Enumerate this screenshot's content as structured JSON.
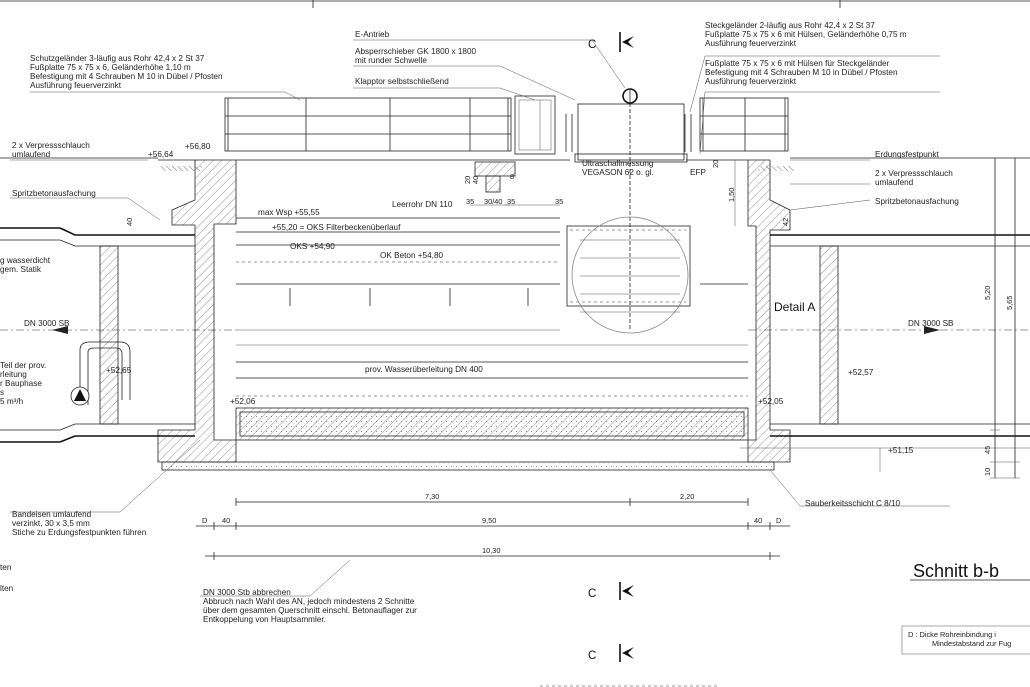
{
  "title": "Schnitt b-b",
  "section_marks": {
    "c_top": "C",
    "c_mid": "C",
    "c_bottom": "C"
  },
  "annotations": {
    "e_antrieb": "E-Antrieb",
    "absperr_1": "Absperrschieber GK 1800 x 1800",
    "absperr_2": "mit runder Schwelle",
    "klapptor": "Klapptor selbstschließend",
    "schutz_1": "Schutzgeländer 3-läufig aus Rohr 42,4 x 2 St 37",
    "schutz_2": "Fußplatte 75 x 75 x 6, Geländerhöhe 1,10 m",
    "schutz_3": "Befestigung mit 4 Schrauben M 10 in Dübel / Pfosten",
    "schutz_4": "Ausführung feuerverzinkt",
    "steck_1": "Steckgeländer 2-läufig aus Rohr 42,4 x 2 St 37",
    "steck_2": "Fußplatte 75 x 75 x 6 mit Hülsen, Geländerhöhe 0,75 m",
    "steck_3": "Ausführung feuerverzinkt",
    "fuss_1": "Fußplatte 75 x 75 x 6 mit Hülsen für Steckgeländer",
    "fuss_2": "Befestigung mit 4 Schrauben M 10 in Dübel / Pfosten",
    "fuss_3": "Ausführung feuerverzinkt",
    "verpress_l1": "2 x Verpressschlauch",
    "verpress_l2": "umlaufend",
    "verpress_r1": "2 x Verpressschlauch",
    "verpress_r2": "umlaufend",
    "spritz_l": "Spritzbetonausfachung",
    "spritz_r": "Spritzbetonausfachung",
    "erdung": "Erdungsfestpunkt",
    "wasserdicht_1": "g wasserdicht",
    "wasserdicht_2": "gem. Statik",
    "dn_left": "DN 3000 SB",
    "dn_right": "DN 3000 SB",
    "prov_1": "Teil der prov.",
    "prov_2": "rleitung",
    "prov_3": "r Bauphase",
    "prov_4": "s",
    "prov_5": "5 m³/h",
    "ultraschall_1": "Ultraschallmessung",
    "ultraschall_2": "VEGASON 62 o. gl.",
    "efp": "EFP",
    "leerrohr": "Leerrohr DN 110",
    "maxwsp": "max Wsp +55,55",
    "oks_filter": "+55,20 = OKS Filterbeckenüberlauf",
    "oks": "OKS  +54,90",
    "ok_beton": "OK Beton  +54,80",
    "detail_a": "Detail A",
    "wasserueber": "prov. Wasserüberleitung DN 400",
    "bandeisen_1": "Bandeisen umlaufend",
    "bandeisen_2": "verzinkt, 30 x 3,5 mm",
    "bandeisen_3": "Stiche zu Erdungsfestpunkten führen",
    "sauberkeit": "Sauberkeitsschicht C 8/10",
    "dn_abbruch_1": "DN 3000 Stb abbrechen",
    "dn_abbruch_2": "Abbruch nach Wahl des AN, jedoch mindestens 2 Schnitte",
    "dn_abbruch_3": "über dem gesamten Querschnitt einschl. Betonauflager zur",
    "dn_abbruch_4": "Entkoppelung von Hauptsammler.",
    "left_cut_1": "ten",
    "left_cut_2": "lten",
    "note_1": "D : Dicke Rohreinbindung i",
    "note_2": "Mindestabstand zur Fug"
  },
  "elevations": {
    "e5664": "+56,64",
    "e5680": "+56,80",
    "e5265": "+52,65",
    "e5206": "+52,06",
    "e5205": "+52,05",
    "e5257": "+52,57",
    "e5115": "+51,15"
  },
  "dimensions": {
    "d730": "7,30",
    "d220": "2,20",
    "d950": "9,50",
    "d1030": "10,30",
    "d40a": "40",
    "d40b": "40",
    "dD1": "D",
    "dD2": "D",
    "d520": "5,20",
    "d565": "5,65",
    "d150": "1,50",
    "d45": "45",
    "d10": "10",
    "d20a": "20",
    "d20b": "20",
    "d40v": "40",
    "d42": "42",
    "d40w": "40",
    "d35a": "35",
    "d3040": "30/40",
    "d35b": "35",
    "d35c": "35",
    "d8": "8"
  }
}
